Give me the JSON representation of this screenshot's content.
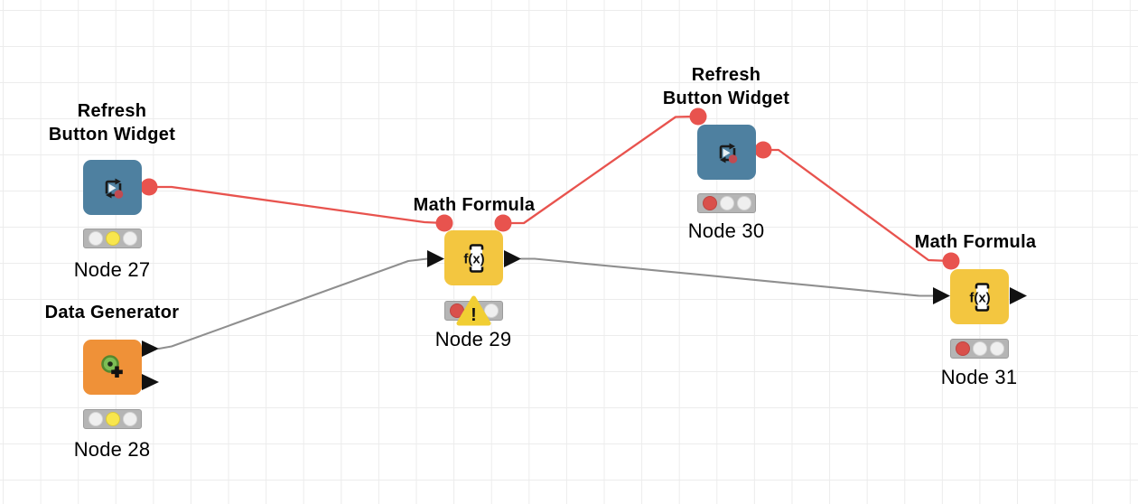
{
  "canvas": {
    "background": "#ffffff",
    "grid_line_color": "#ececec"
  },
  "colors": {
    "node_blue": "#4E80A0",
    "node_orange": "#EF9138",
    "node_yellow": "#F3C640",
    "port_red": "#E8534E",
    "connection_red": "#E8534E",
    "connection_gray": "#8F8F8F",
    "status_red": "#D9504B",
    "status_yellow": "#F8E64D",
    "status_off": "#EFEFEF",
    "traffic_light_bg": "#B5B5B5",
    "warning_yellow": "#F1CE33"
  },
  "nodes": [
    {
      "id": "node-27",
      "title_line1": "Refresh",
      "title_line2": "Button Widget",
      "label": "Node 27",
      "icon": "refresh-loop-icon",
      "lights": [
        "off",
        "yellow",
        "off"
      ],
      "ports": {
        "inputs": [],
        "outputs": [
          "flow-variable"
        ]
      }
    },
    {
      "id": "node-28",
      "title_line1": "Data Generator",
      "label": "Node 28",
      "icon": "data-generator-icon",
      "lights": [
        "off",
        "yellow",
        "off"
      ],
      "ports": {
        "inputs": [],
        "outputs": [
          "data",
          "data"
        ]
      }
    },
    {
      "id": "node-29",
      "title_line1": "Math Formula",
      "label": "Node 29",
      "icon": "math-formula-icon",
      "icon_text": "f(x)",
      "warning_mark": "!",
      "lights": [
        "red",
        "off",
        "off"
      ],
      "ports": {
        "inputs": [
          "flow-variable",
          "data"
        ],
        "outputs": [
          "flow-variable",
          "data"
        ]
      }
    },
    {
      "id": "node-30",
      "title_line1": "Refresh",
      "title_line2": "Button Widget",
      "label": "Node 30",
      "icon": "refresh-loop-icon",
      "lights": [
        "red",
        "off",
        "off"
      ],
      "ports": {
        "inputs": [
          "flow-variable"
        ],
        "outputs": [
          "flow-variable"
        ]
      }
    },
    {
      "id": "node-31",
      "title_line1": "Math Formula",
      "label": "Node 31",
      "icon": "math-formula-icon",
      "icon_text": "f(x)",
      "lights": [
        "red",
        "off",
        "off"
      ],
      "ports": {
        "inputs": [
          "flow-variable",
          "data"
        ],
        "outputs": [
          "data"
        ]
      }
    }
  ],
  "connections": [
    {
      "from": "node-27",
      "from_port": "flow-variable-out",
      "to": "node-29",
      "to_port": "flow-variable-in",
      "color": "red"
    },
    {
      "from": "node-28",
      "from_port": "data-out-1",
      "to": "node-29",
      "to_port": "data-in",
      "color": "gray"
    },
    {
      "from": "node-29",
      "from_port": "flow-variable-out",
      "to": "node-30",
      "to_port": "flow-variable-in",
      "color": "red"
    },
    {
      "from": "node-29",
      "from_port": "data-out",
      "to": "node-31",
      "to_port": "data-in",
      "color": "gray"
    },
    {
      "from": "node-30",
      "from_port": "flow-variable-out",
      "to": "node-31",
      "to_port": "flow-variable-in",
      "color": "red"
    }
  ]
}
